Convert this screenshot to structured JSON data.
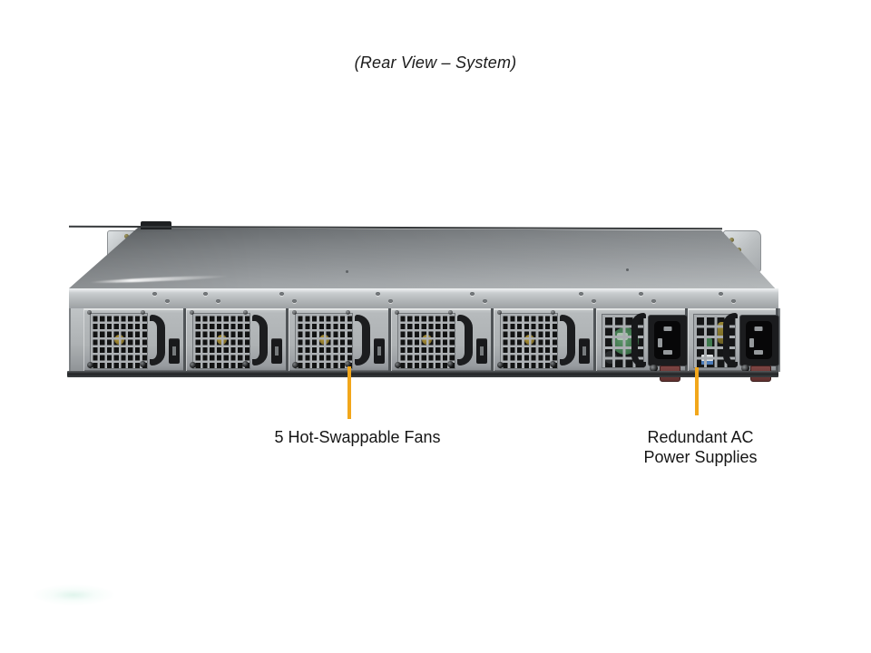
{
  "title": "(Rear View – System)",
  "callouts": {
    "fans": {
      "label": "5 Hot-Swappable Fans"
    },
    "power_supplies": {
      "label_line1": "Redundant AC",
      "label_line2": "Power Supplies"
    }
  },
  "server": {
    "description": "1U rackmount chassis, rear view",
    "fans": [
      {
        "id": "fan-1"
      },
      {
        "id": "fan-2"
      },
      {
        "id": "fan-3"
      },
      {
        "id": "fan-4"
      },
      {
        "id": "fan-5"
      }
    ],
    "power_supplies": [
      {
        "id": "psu-1",
        "grille_contents": "green-fan-label"
      },
      {
        "id": "psu-2",
        "grille_contents": "internal-wires-label"
      }
    ]
  },
  "colors": {
    "callout_line": "#F2A71B",
    "chassis_silver": "#B2B6B8",
    "latch_maroon": "#6E3C3C"
  }
}
